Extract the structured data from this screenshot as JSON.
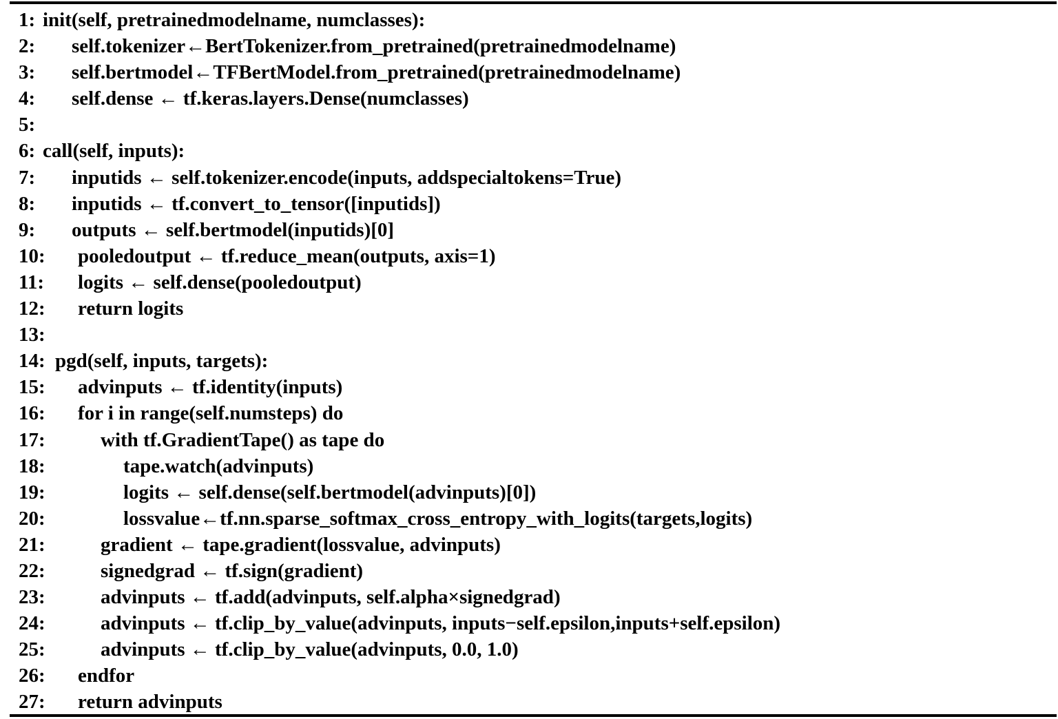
{
  "algorithm": {
    "lines": [
      {
        "num": "1:",
        "code": "init(self, pretrainedmodelname, numclasses):"
      },
      {
        "num": "2:",
        "code": "self.tokenizer←BertTokenizer.from_pretrained(pretrainedmodelname)"
      },
      {
        "num": "3:",
        "code": "self.bertmodel←TFBertModel.from_pretrained(pretrainedmodelname)"
      },
      {
        "num": "4:",
        "code": "self.dense ← tf.keras.layers.Dense(numclasses)"
      },
      {
        "num": "5:",
        "code": ""
      },
      {
        "num": "6:",
        "code": "call(self, inputs):"
      },
      {
        "num": "7:",
        "code": "inputids ← self.tokenizer.encode(inputs, addspecialtokens=True)"
      },
      {
        "num": "8:",
        "code": "inputids ← tf.convert_to_tensor([inputids])"
      },
      {
        "num": "9:",
        "code": "outputs ← self.bertmodel(inputids)[0]"
      },
      {
        "num": "10:",
        "code": "pooledoutput ← tf.reduce_mean(outputs, axis=1)"
      },
      {
        "num": "11:",
        "code": "logits ← self.dense(pooledoutput)"
      },
      {
        "num": "12:",
        "code": "return logits"
      },
      {
        "num": "13:",
        "code": ""
      },
      {
        "num": "14:",
        "code": "pgd(self, inputs, targets):"
      },
      {
        "num": "15:",
        "code": "advinputs ← tf.identity(inputs)"
      },
      {
        "num": "16:",
        "code": "for i in range(self.numsteps) do"
      },
      {
        "num": "17:",
        "code": "with tf.GradientTape() as tape do"
      },
      {
        "num": "18:",
        "code": "tape.watch(advinputs)"
      },
      {
        "num": "19:",
        "code": "logits ← self.dense(self.bertmodel(advinputs)[0])"
      },
      {
        "num": "20:",
        "code": "lossvalue←tf.nn.sparse_softmax_cross_entropy_with_logits(targets,logits)"
      },
      {
        "num": "21:",
        "code": "gradient ← tape.gradient(lossvalue, advinputs)"
      },
      {
        "num": "22:",
        "code": "signedgrad ← tf.sign(gradient)"
      },
      {
        "num": "23:",
        "code": "advinputs ← tf.add(advinputs, self.alpha×signedgrad)"
      },
      {
        "num": "24:",
        "code": "advinputs ← tf.clip_by_value(advinputs, inputs−self.epsilon,inputs+self.epsilon)"
      },
      {
        "num": "25:",
        "code": "advinputs ← tf.clip_by_value(advinputs, 0.0, 1.0)"
      },
      {
        "num": "26:",
        "code": "endfor"
      },
      {
        "num": "27:",
        "code": "return advinputs"
      }
    ]
  }
}
